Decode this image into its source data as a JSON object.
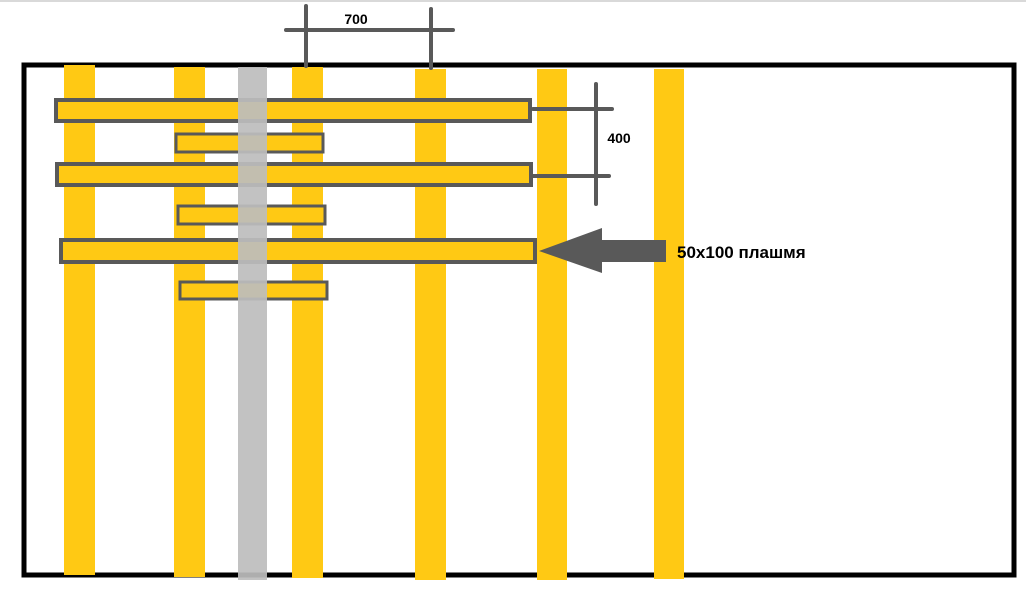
{
  "colors": {
    "stud": "#ffc914",
    "stud_gray": "#bdbdbd",
    "board_fill": "#ffc914",
    "board_stroke": "#595959",
    "frame": "#000000",
    "dimension": "#595959",
    "arrow": "#595959"
  },
  "dimensions": {
    "horizontal_label": "700",
    "vertical_label": "400"
  },
  "callout": {
    "label": "50x100 плашмя"
  }
}
